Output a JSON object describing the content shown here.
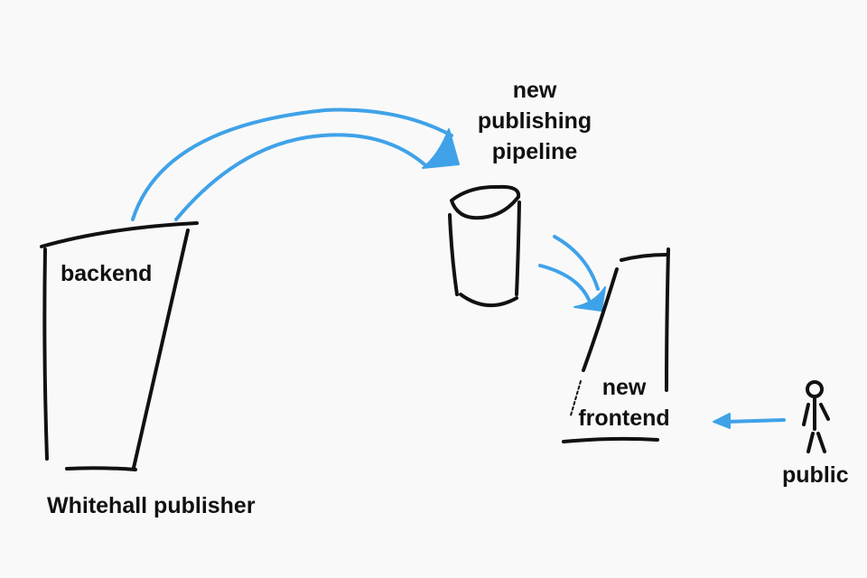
{
  "labels": {
    "backend": "backend",
    "whitehall_publisher": "Whitehall publisher",
    "pipeline_line1": "new",
    "pipeline_line2": "publishing",
    "pipeline_line3": "pipeline",
    "frontend_line1": "new",
    "frontend_line2": "frontend",
    "public": "public"
  },
  "colors": {
    "ink": "#111111",
    "arrow": "#3fa2e8",
    "background": "#f9f9f9"
  }
}
